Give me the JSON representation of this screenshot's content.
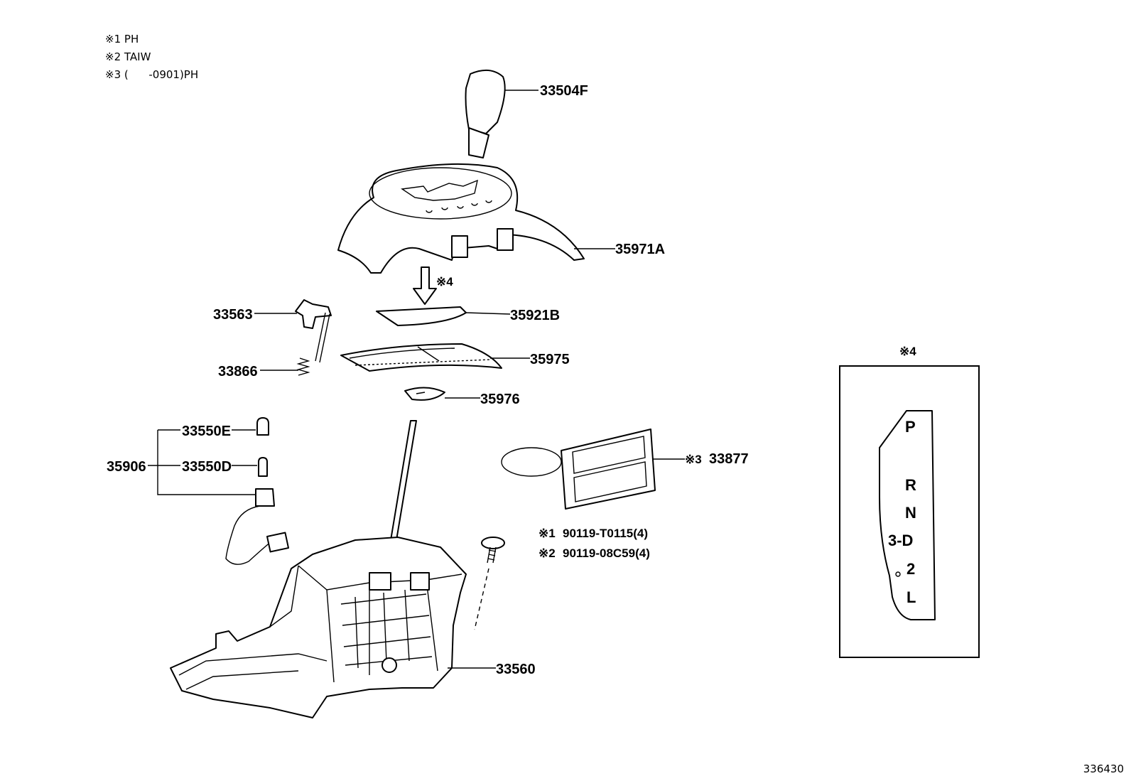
{
  "notes": [
    {
      "mark": "※1",
      "text": "PH"
    },
    {
      "mark": "※2",
      "text": "TAIW"
    },
    {
      "mark": "※3",
      "text": "(      -0901)PH"
    }
  ],
  "parts": {
    "knob": "33504F",
    "bezel": "35971A",
    "plate": "35921B",
    "indicator": "35975",
    "cover": "35976",
    "lock_switch": "33563",
    "spring": "33866",
    "bulb_e": "33550E",
    "bulb_d": "33550D",
    "socket_group": "35906",
    "label_sheet": "33877",
    "label_sheet_mark": "※3",
    "housing": "33560",
    "screw_1": "90119-T0115(4)",
    "screw_1_mark": "※1",
    "screw_2": "90119-08C59(4)",
    "screw_2_mark": "※2",
    "arrow_mark": "※4"
  },
  "detail": {
    "title": "※4",
    "positions": [
      "P",
      "R",
      "N",
      "3-D",
      "2",
      "L"
    ]
  },
  "diagram_ref": "336430"
}
